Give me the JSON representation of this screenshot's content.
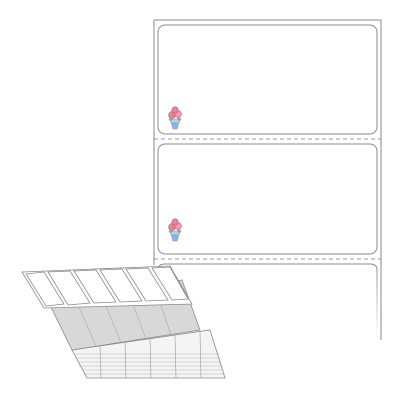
{
  "product": {
    "kind": "fanfold-label-strip",
    "labels_per_row": 1,
    "visible_labels": 2,
    "has_perforation": true,
    "rounded_corners": true
  },
  "icons": {
    "label_sticker": "flower-bouquet-icon"
  },
  "colors": {
    "paper": "#ffffff",
    "outline": "#8a8a8a",
    "perforation": "#9a9a9a",
    "stack_shadow": "#cfcfcf",
    "bouquet_pink": "#e8819a",
    "bouquet_wrap": "#8fb2e6"
  }
}
